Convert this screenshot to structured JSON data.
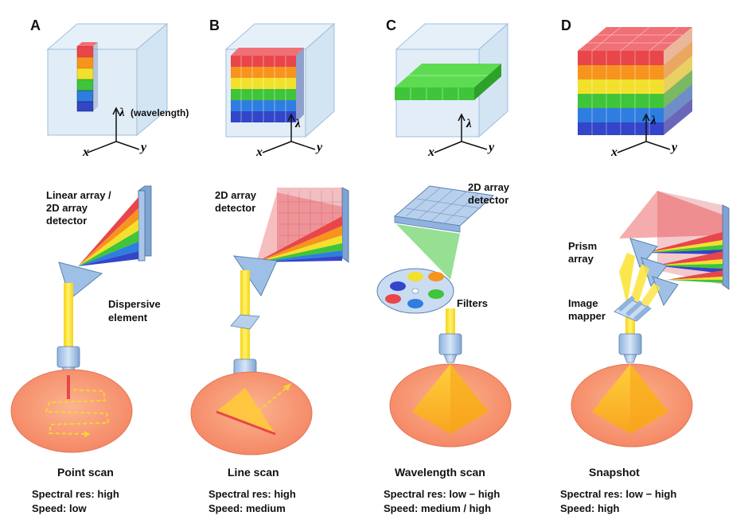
{
  "panels": [
    {
      "letter": "A",
      "title": "Point scan",
      "spectral": "Spectral res: high",
      "speed": "Speed: low",
      "labels": [
        "Linear array /",
        "2D array",
        "detector",
        "Dispersive",
        "element"
      ],
      "axis": {
        "lambda": "λ",
        "lambda_suffix": "(wavelength)",
        "x": "x",
        "y": "y"
      }
    },
    {
      "letter": "B",
      "title": "Line scan",
      "spectral": "Spectral res: high",
      "speed": "Speed: medium",
      "labels": [
        "2D array",
        "detector"
      ],
      "axis": {
        "lambda": "λ",
        "x": "x",
        "y": "y"
      }
    },
    {
      "letter": "C",
      "title": "Wavelength scan",
      "spectral": "Spectral res: low − high",
      "speed": "Speed: medium / high",
      "labels": [
        "2D array",
        "detector",
        "Filters"
      ],
      "axis": {
        "lambda": "λ",
        "x": "x",
        "y": "y"
      }
    },
    {
      "letter": "D",
      "title": "Snapshot",
      "spectral": "Spectral res: low − high",
      "speed": "Speed: high",
      "labels": [
        "Prism",
        "array",
        "Image",
        "mapper"
      ],
      "axis": {
        "lambda": "λ",
        "x": "x",
        "y": "y"
      }
    }
  ],
  "colors": {
    "red": "#e8464a",
    "orange": "#f7941d",
    "yellow": "#f2e12c",
    "green": "#3fc43a",
    "blue": "#2f7de0",
    "indigo": "#3345c8",
    "beam": "#fbe43a",
    "sample": "#f7a07a",
    "cube": "#dbe9f5",
    "optic": "#9fc0e6"
  }
}
